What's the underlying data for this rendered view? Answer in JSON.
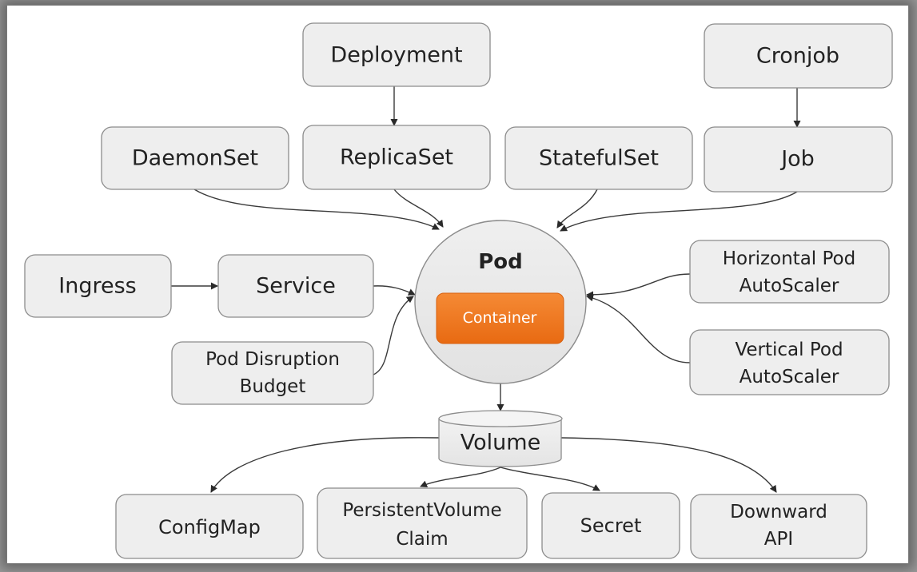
{
  "nodes": {
    "deployment": "Deployment",
    "cronjob": "Cronjob",
    "daemonset": "DaemonSet",
    "replicaset": "ReplicaSet",
    "statefulset": "StatefulSet",
    "job": "Job",
    "ingress": "Ingress",
    "service": "Service",
    "pdb_line1": "Pod Disruption",
    "pdb_line2": "Budget",
    "hpa_line1": "Horizontal Pod",
    "hpa_line2": "AutoScaler",
    "vpa_line1": "Vertical Pod",
    "vpa_line2": "AutoScaler",
    "pod": "Pod",
    "container": "Container",
    "volume": "Volume",
    "configmap": "ConfigMap",
    "pvc_line1": "PersistentVolume",
    "pvc_line2": "Claim",
    "secret": "Secret",
    "downward_line1": "Downward",
    "downward_line2": "API"
  },
  "colors": {
    "node_fill": "#eeeeee",
    "node_stroke": "#8c8c8c",
    "pod_fill": "#eaeaea",
    "container_fill": "#f07a22",
    "container_text": "#ffffff",
    "edge": "#3a3a3a",
    "frame_bg": "#ffffff"
  }
}
